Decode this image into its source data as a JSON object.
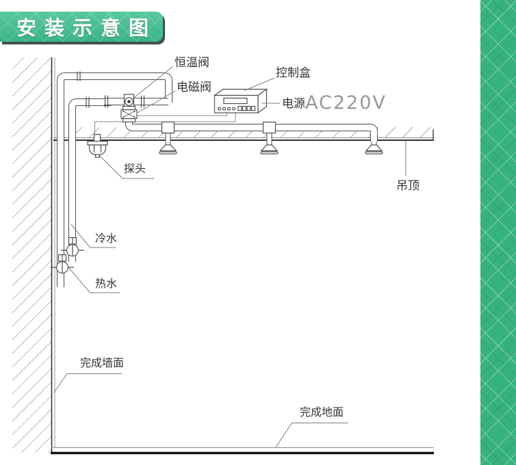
{
  "title": {
    "text": "安装示意图"
  },
  "diagram": {
    "labels": {
      "thermostatic_valve": "恒温阀",
      "solenoid_valve": "电磁阀",
      "control_box": "控制盒",
      "power_prefix": "电源",
      "power_value": "AC220V",
      "probe": "探头",
      "ceiling": "吊顶",
      "cold_water": "冷水",
      "hot_water": "热水",
      "finished_wall": "完成墙面",
      "finished_floor": "完成地面"
    }
  },
  "colors": {
    "banner_green": "#3dbf8d",
    "panel_green": "#36b27e",
    "line_dark": "#4d4d4d",
    "line_light": "#888888",
    "label_text": "#333333"
  }
}
